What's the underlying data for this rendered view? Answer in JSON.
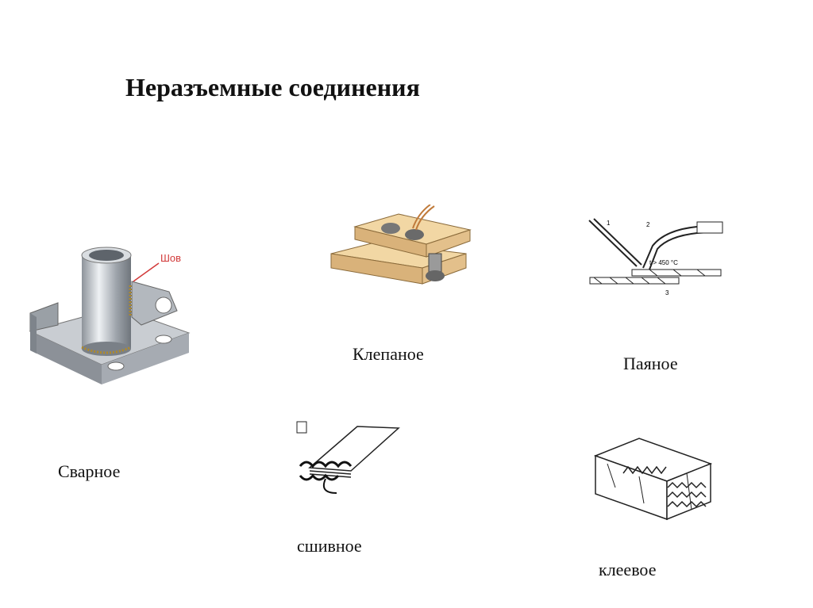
{
  "slide": {
    "title": "Неразъемные соединения",
    "items": [
      {
        "label": "Сварное",
        "callout": "Шов"
      },
      {
        "label": "Клепаное"
      },
      {
        "label": "Паяное",
        "temperature": "t > 450 °C",
        "markers": [
          "1",
          "2",
          "3"
        ]
      },
      {
        "label": "сшивное"
      },
      {
        "label": "клеевое"
      }
    ]
  },
  "colors": {
    "wood": "#f2d7a4",
    "wood_dark": "#d9b27a",
    "metal": "#b8bcc2",
    "weld_callout": "#d23a3a"
  }
}
